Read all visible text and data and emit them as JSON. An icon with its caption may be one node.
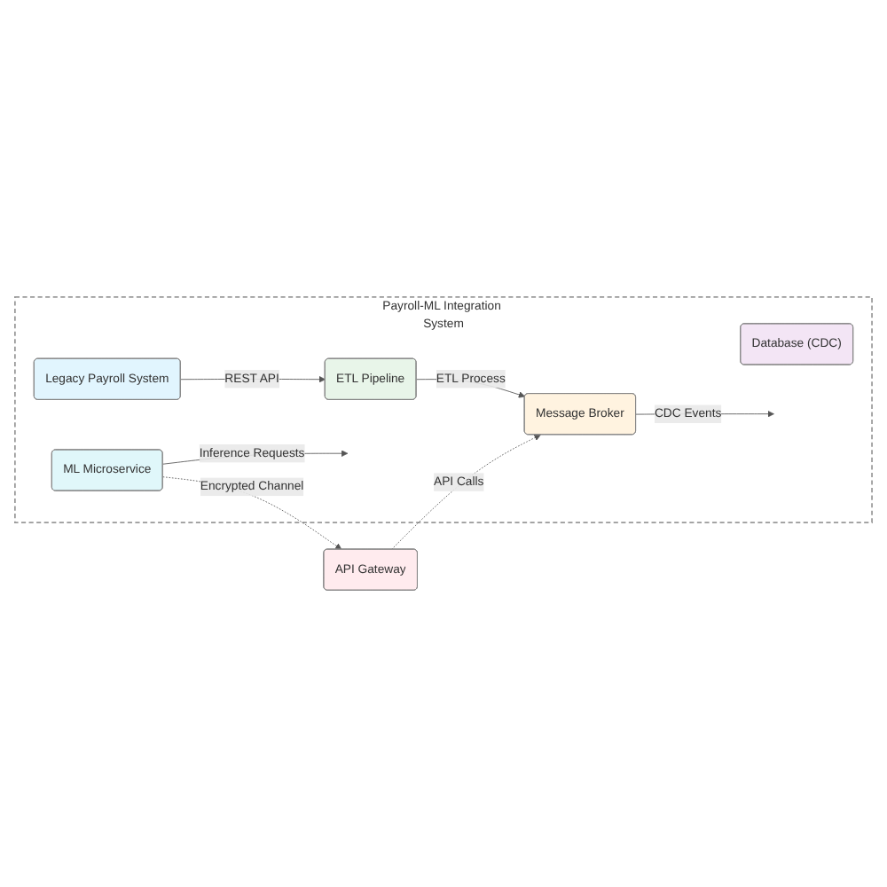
{
  "diagram": {
    "nodes": [
      {
        "text": [
          "Payroll-ML Integration System"
        ]
      },
      {
        "text": [
          "Legacy Payroll System"
        ],
        "in": 0
      },
      {
        "text": [
          "ETL Pipeline"
        ],
        "in": 0
      },
      {
        "text": [
          "Message Broker"
        ],
        "in": 0
      },
      {
        "text": [
          "Database (CDC)"
        ],
        "in": 0
      },
      {
        "text": [
          "ML Microservice"
        ],
        "in": 0
      },
      {
        "text": [
          "API Gateway"
        ]
      }
    ],
    "edges": [
      {
        "from": 1,
        "to": 2,
        "arrow": "to",
        "label": "REST API"
      },
      {
        "from": 2,
        "to": 3,
        "arrow": "to",
        "label": "ETL Process"
      },
      {
        "from": 3,
        "to": null,
        "arrow": "to",
        "label": "CDC Events"
      },
      {
        "from": 6,
        "to": 3,
        "arrow": "to",
        "label": "API Calls",
        "style": "dashed"
      },
      {
        "from": 5,
        "to": 6,
        "arrow": "to",
        "label": "Encrypted Channel",
        "style": "dashed"
      },
      {
        "from": 5,
        "to": null,
        "arrow": "to",
        "label": "Inference Requests"
      }
    ]
  }
}
